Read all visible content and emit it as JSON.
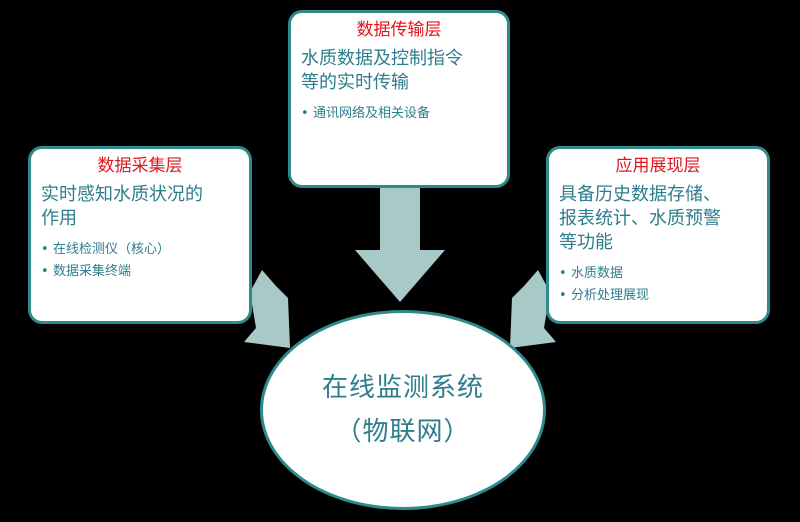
{
  "colors": {
    "background": "#000000",
    "box_border": "#2e8b8b",
    "title_text": "#e0161d",
    "body_text": "#2e7d8c",
    "arrow": "#a9c9c9"
  },
  "layers": {
    "transmission": {
      "title": "数据传输层",
      "desc_lines": [
        "水质数据及控制指令",
        "等的实时传输"
      ],
      "items": [
        "通讯网络及相关设备"
      ]
    },
    "collection": {
      "title": "数据采集层",
      "desc_lines": [
        "实时感知水质状况的",
        "作用"
      ],
      "items": [
        "在线检测仪（核心）",
        "数据采集终端"
      ]
    },
    "application": {
      "title": "应用展现层",
      "desc_lines": [
        "具备历史数据存储、",
        "报表统计、水质预警",
        "等功能"
      ],
      "items": [
        "水质数据",
        "分析处理展现"
      ]
    }
  },
  "center": {
    "line1": "在线监测系统",
    "line2": "（物联网）"
  }
}
